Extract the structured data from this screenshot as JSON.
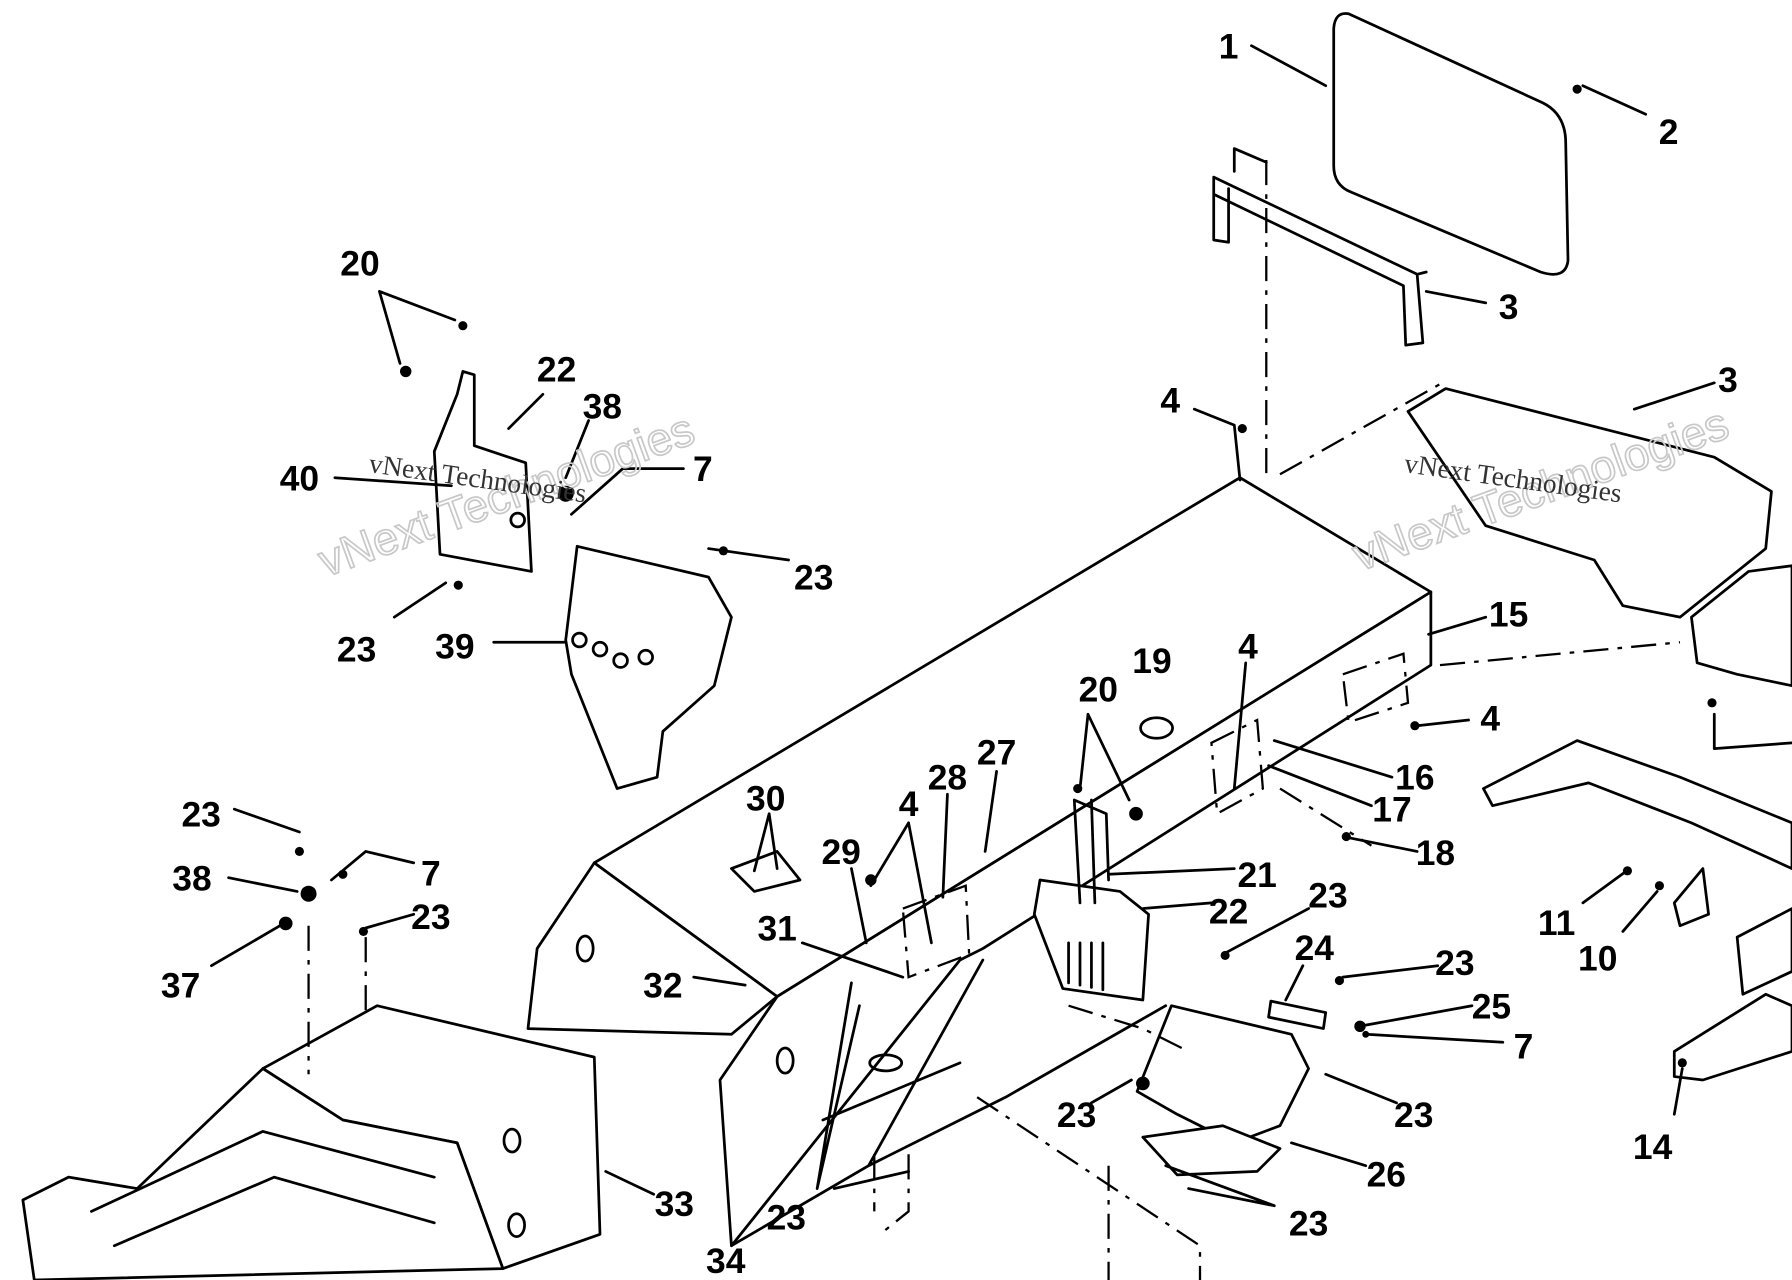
{
  "diagram": {
    "title": "Exploded parts diagram",
    "watermark": "vNext Technologies",
    "callouts": [
      "1",
      "2",
      "3",
      "3",
      "4",
      "20",
      "22",
      "38",
      "40",
      "7",
      "23",
      "23",
      "39",
      "15",
      "19",
      "4",
      "20",
      "4",
      "16",
      "17",
      "18",
      "30",
      "27",
      "28",
      "4",
      "29",
      "21",
      "22",
      "23",
      "31",
      "32",
      "24",
      "23",
      "25",
      "7",
      "23",
      "23",
      "26",
      "23",
      "23",
      "33",
      "34",
      "23",
      "38",
      "7",
      "23",
      "37",
      "11",
      "10",
      "14"
    ]
  }
}
